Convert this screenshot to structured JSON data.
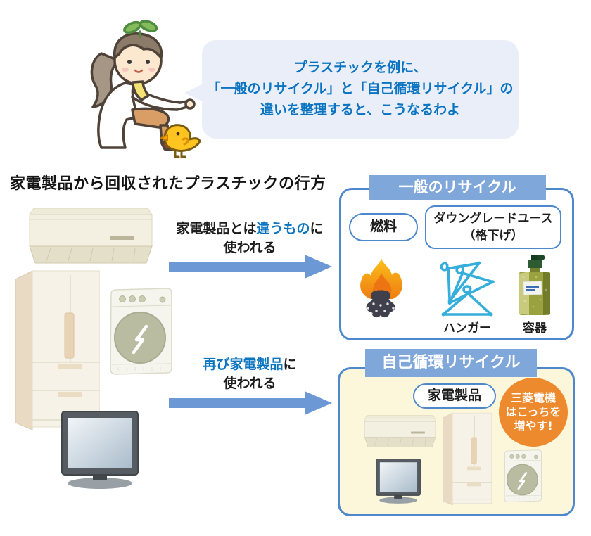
{
  "speech_bubble": {
    "lines": [
      "プラスチックを例に、",
      "「一般のリサイクル」と「自己循環リサイクル」の",
      "違いを整理すると、こうなるわよ"
    ]
  },
  "heading": "家電製品から回収されたプラスチックの行方",
  "arrow_general": {
    "pre": "家電製品とは",
    "highlight": "違うもの",
    "post": "に",
    "line2": "使われる"
  },
  "arrow_self": {
    "highlight": "再び家電製品",
    "post": "に",
    "line2": "使われる"
  },
  "panel_general": {
    "title": "一般のリサイクル",
    "fuel_label": "燃料",
    "downgrade_line1": "ダウングレードユース",
    "downgrade_line2": "（格下げ）",
    "caption_hanger": "ハンガー",
    "caption_container": "容器"
  },
  "panel_self": {
    "title": "自己循環リサイクル",
    "appliance_label": "家電製品",
    "badge_lines": [
      "三菱電機",
      "はこっちを",
      "増やす!"
    ]
  },
  "icons": {
    "fire": "fire-icon",
    "hangers": "hangers-icon",
    "bottle": "bottle-icon",
    "appliances": [
      "air-conditioner",
      "refrigerator",
      "washing-machine",
      "tv"
    ]
  },
  "colors": {
    "panel_border_blue": "#4e88cc",
    "header_blue": "#7fa7da",
    "text_blue": "#0b75c0",
    "arrow_blue": "#6c99d5",
    "bubble_bg": "#e9eef8",
    "badge_orange": "#ee8a2e",
    "self_panel_cream": "#fcf6da",
    "hanger_cyan": "#35aedc",
    "flame_orange": "#f59c16"
  }
}
